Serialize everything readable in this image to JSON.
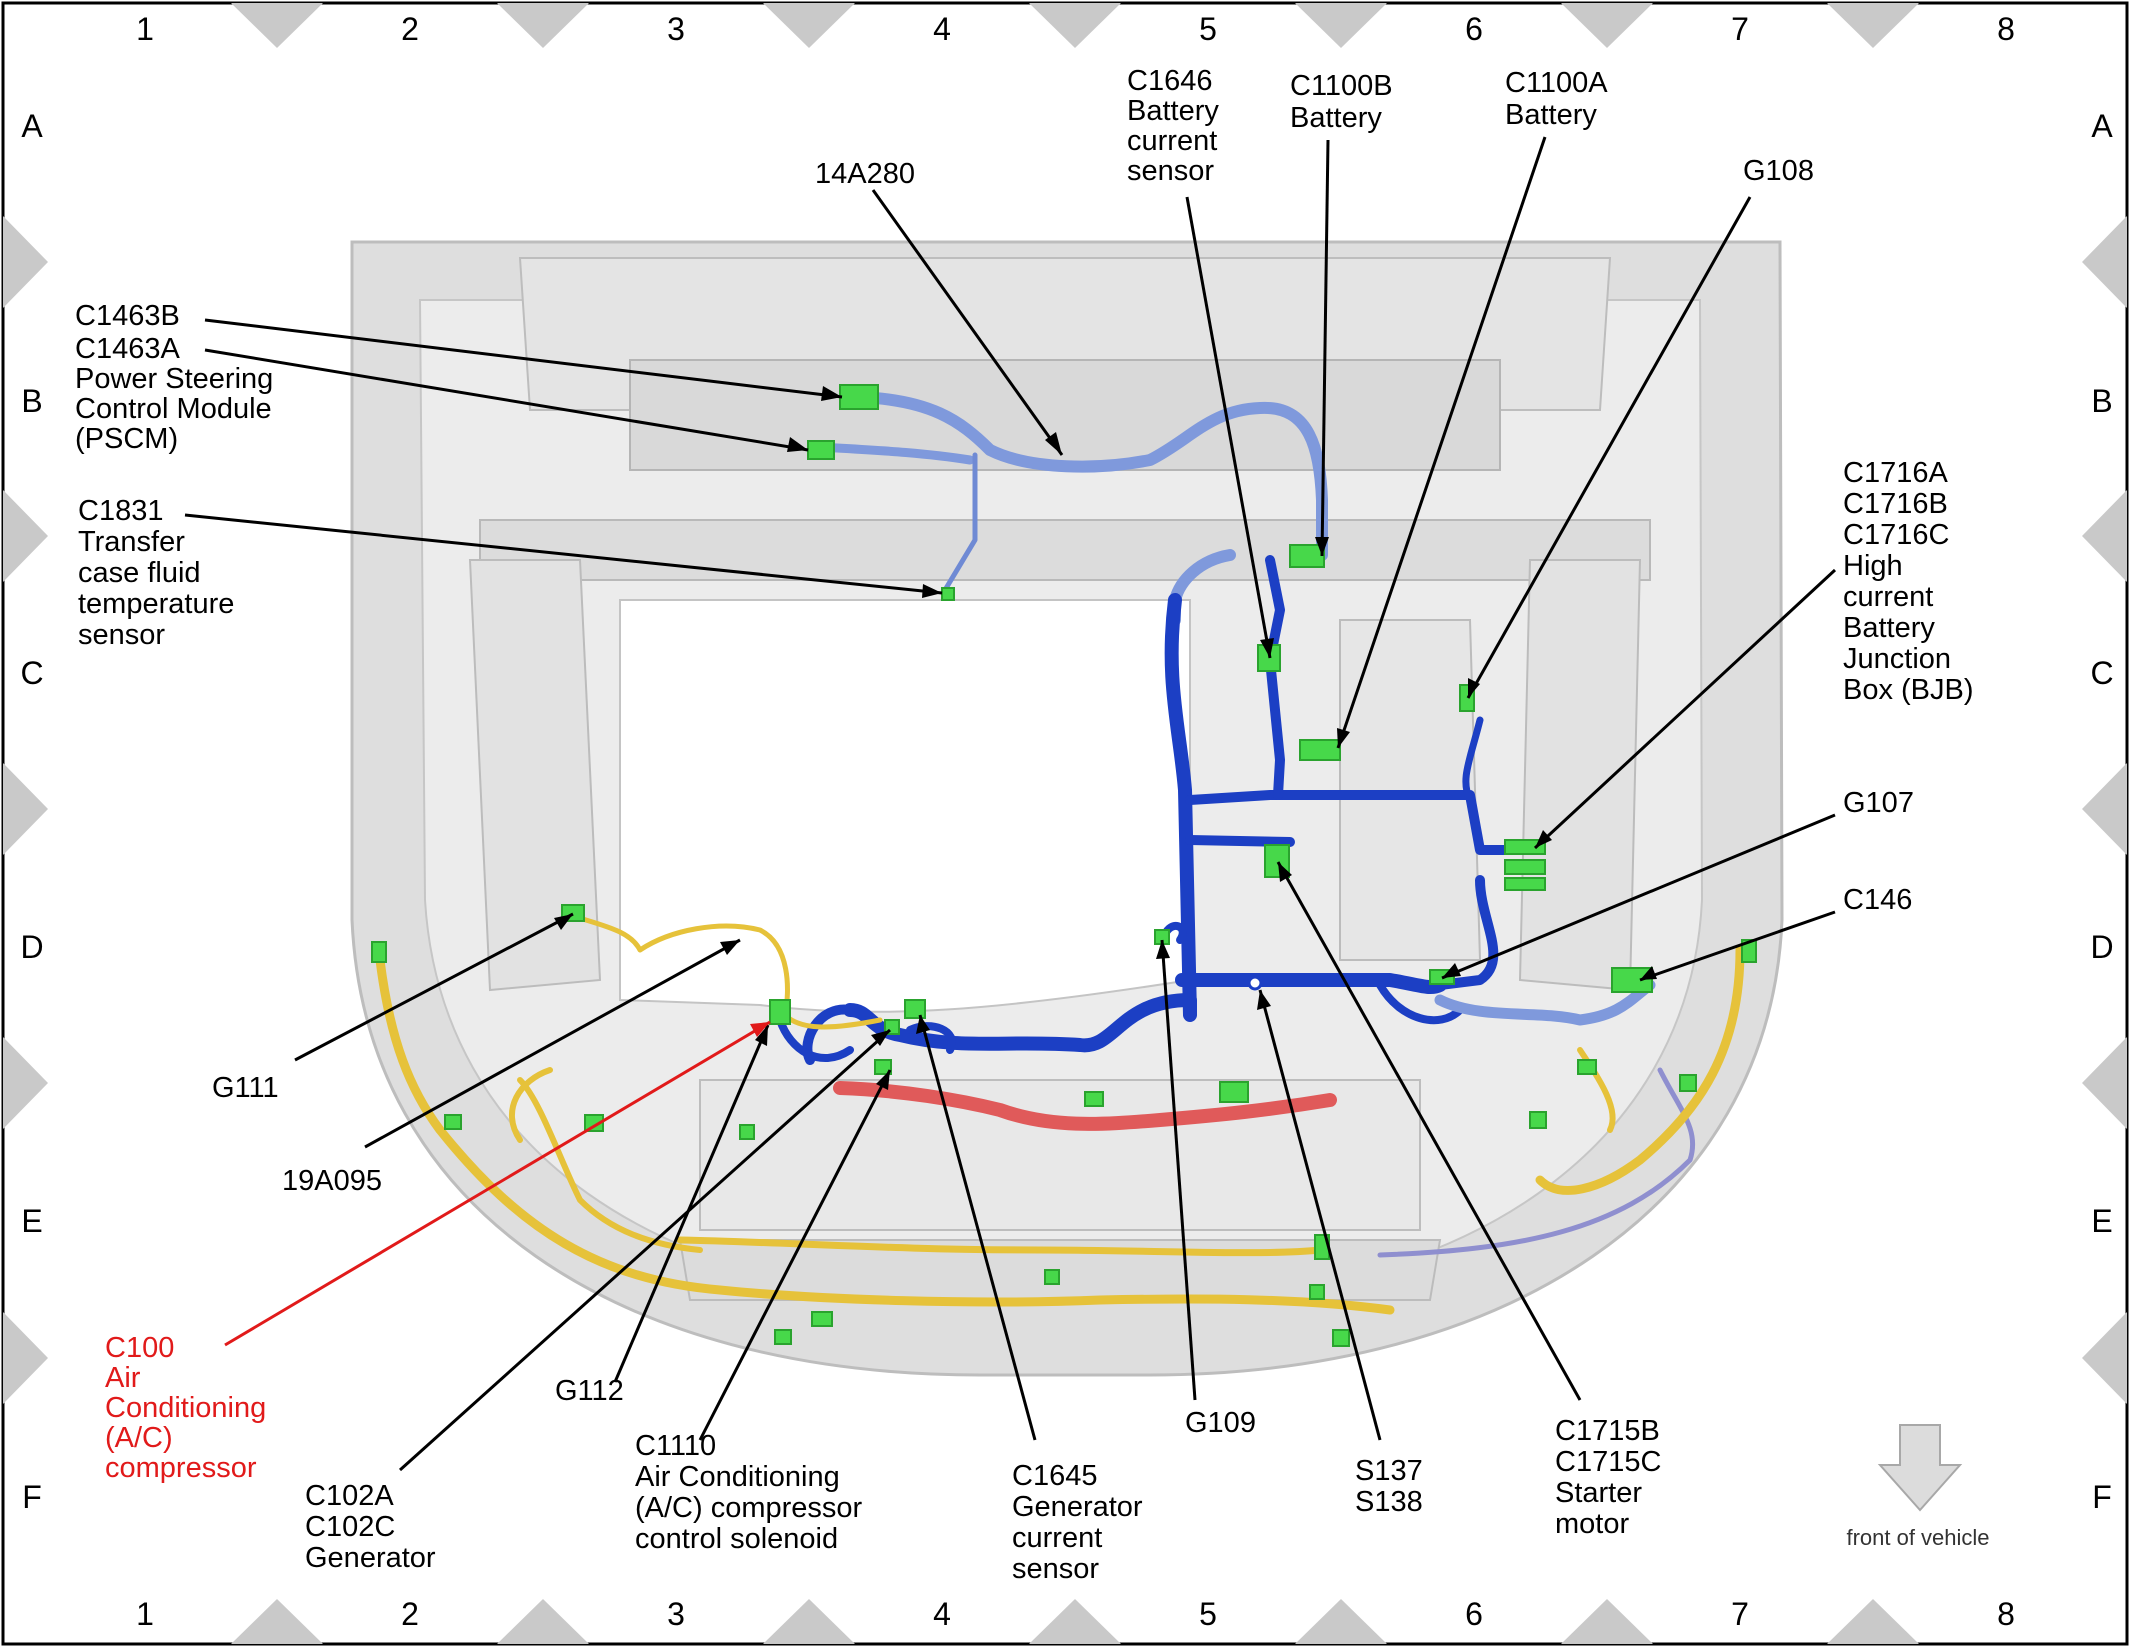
{
  "grid": {
    "columns": [
      "1",
      "2",
      "3",
      "4",
      "5",
      "6",
      "7",
      "8"
    ],
    "rows": [
      "A",
      "B",
      "C",
      "D",
      "E",
      "F"
    ]
  },
  "labels": {
    "c1463b": [
      "C1463B"
    ],
    "c1463a": [
      "C1463A",
      "Power Steering",
      "Control Module",
      "(PSCM)"
    ],
    "c1831": [
      "C1831",
      "Transfer",
      "case fluid",
      "temperature",
      "sensor"
    ],
    "a14a280": [
      "14A280"
    ],
    "c1646": [
      "C1646",
      "Battery",
      "current",
      "sensor"
    ],
    "c1100b": [
      "C1100B",
      "Battery"
    ],
    "c1100a": [
      "C1100A",
      "Battery"
    ],
    "g108": [
      "G108"
    ],
    "c1716": [
      "C1716A",
      "C1716B",
      "C1716C",
      "High",
      "current",
      "Battery",
      "Junction",
      "Box (BJB)"
    ],
    "g107": [
      "G107"
    ],
    "c146": [
      "C146"
    ],
    "g111": [
      "G111"
    ],
    "a19a095": [
      "19A095"
    ],
    "c100": [
      "C100",
      "Air",
      "Conditioning",
      "(A/C)",
      "compressor"
    ],
    "g112": [
      "G112"
    ],
    "c102": [
      "C102A",
      "C102C",
      "Generator"
    ],
    "c1110": [
      "C1110",
      "Air Conditioning",
      "(A/C) compressor",
      "control solenoid"
    ],
    "c1645": [
      "C1645",
      "Generator",
      "current",
      "sensor"
    ],
    "g109": [
      "G109"
    ],
    "s137": [
      "S137",
      "S138"
    ],
    "c1715": [
      "C1715B",
      "C1715C",
      "Starter",
      "motor"
    ]
  },
  "footer": {
    "front_label": "front of vehicle",
    "arrow_icon": "down-arrow-icon"
  },
  "colors": {
    "main_harness": "#1c3fc4",
    "light_harness": "#7f99dc",
    "yellow_harness": "#e6c23a",
    "red_harness": "#e05a5a",
    "connector": "#47d84a",
    "highlight_label": "#e11a1a",
    "frame_gray": "#d2d2d2"
  }
}
